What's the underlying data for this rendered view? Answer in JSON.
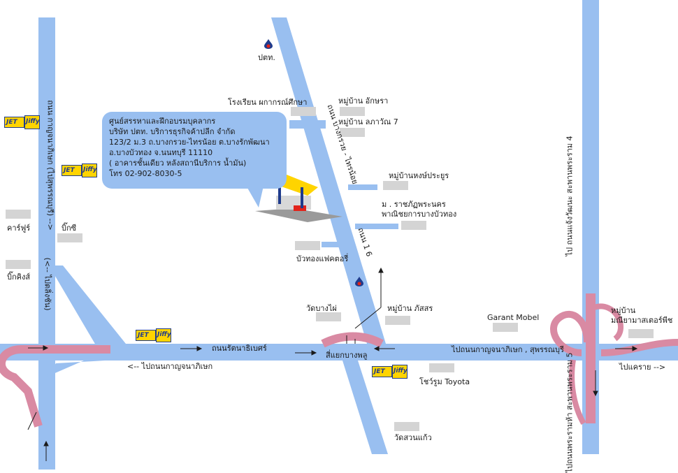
{
  "map": {
    "colors": {
      "road": "#99bff0",
      "flyover": "#d98aa3",
      "label_box": "#d4d4d4",
      "callout": "#99bff0",
      "jet_yellow": "#ffd400",
      "jet_blue": "#1f3b8c",
      "ptt_drop": "#e2231a"
    },
    "callout": {
      "lines": [
        "ศูนย์สรรหาและฝึกอบรมบุคลากร",
        "บริษัท ปตท. บริการธุรกิจค้าปลีก จำกัด",
        "123/2 ม.3 ถ.บางกรวย-ไทรน้อย ต.บางรักพัฒนา",
        "อ.บางบัวทอง จ.นนทบุรี 11110",
        "( อาคารชั้นเดียว หลังสถานีบริการ น้ำมัน)",
        "โทร 02-902-8030-5"
      ]
    },
    "roads": {
      "kanchana_west": "ถนน กาญจนาภิเษก (ไปสุพรรณบุรี) -->",
      "kanchana_west_bottom": "(<-- ไปตลิ่งชัน)",
      "rattanathibet": "ถนนรัตนาธิเบศร์",
      "to_kanchana_left": "<-- ไปถนนกาญจนาภิเษก",
      "to_kanchana_right": "ไปถนนกาญจนาภิเษก , สุพรรณบุรี",
      "bangkruai_sainoi": "ถนน บางกรวย - ไทรน้อย",
      "road_1_6": "ถนน 1 6",
      "to_pak_kret": "ไปแคราย -->",
      "to_chaengwattana": "ไป ถนนแจ้งวัฒนะ สะพานพระราม 4",
      "to_rama5": "ไปถนนพระรามห้า สะพานพระราม 5",
      "intersection": "สี่แยกบางพลู"
    },
    "places": {
      "ptt": "ปตท.",
      "school": "โรงเรียน ผกากรณ์ศึกษา",
      "village_akshara": "หมู่บ้าน อักษรา",
      "village_lapawan": "หมู่บ้าน ลภาวัณ 7",
      "village_hong": "หมู่บ้านหงษ์ประยูร",
      "rajabhat": "ม . ราชภัฏพระนคร",
      "commerce": "พาณิชยการบางบัวทอง",
      "factory": "บัวทองแฟคตอรี่",
      "wat_bangphai": "วัดบางไผ่",
      "village_phatsorn": "หมู่บ้าน ภัสสร",
      "garant": "Garant Mobel",
      "village_maniya": "หมู่บ้าน",
      "village_maniya_2": "มณียามาสเตอร์พีช",
      "carrefour": "คาร์ฟูร์",
      "bigc": "บิ๊กซี",
      "bigcnames": "บิ๊กคิงส์",
      "toyota": "โชว์รูม Toyota",
      "wat_suankaew": "วัดสวนแก้ว"
    },
    "logo": {
      "jet_word": "JET",
      "jiffy_word": "Jiffy"
    }
  }
}
